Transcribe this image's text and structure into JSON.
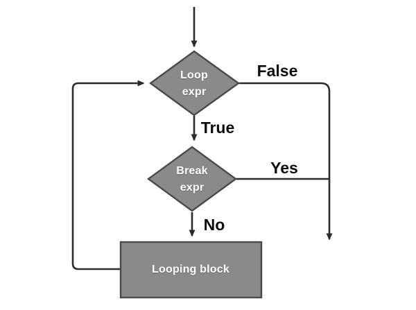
{
  "diagram": {
    "type": "flowchart",
    "description": "Loop control flow with break condition",
    "nodes": [
      {
        "id": "loop-expr",
        "shape": "diamond",
        "label": "Loop\nexpr"
      },
      {
        "id": "break-expr",
        "shape": "diamond",
        "label": "Break\nexpr"
      },
      {
        "id": "looping-block",
        "shape": "rectangle",
        "label": "Looping block"
      }
    ],
    "edges": [
      {
        "from": "start",
        "to": "loop-expr",
        "label": ""
      },
      {
        "from": "loop-expr",
        "to": "exit",
        "label": "False"
      },
      {
        "from": "loop-expr",
        "to": "break-expr",
        "label": "True"
      },
      {
        "from": "break-expr",
        "to": "exit",
        "label": "Yes"
      },
      {
        "from": "break-expr",
        "to": "looping-block",
        "label": "No"
      },
      {
        "from": "looping-block",
        "to": "loop-expr",
        "label": ""
      }
    ],
    "edge_labels": {
      "false_label": "False",
      "true_label": "True",
      "yes_label": "Yes",
      "no_label": "No"
    },
    "colors": {
      "background": "#ffffff",
      "node_fill": "#8a8a8a",
      "node_border": "#4a4a4a",
      "line": "#2b2b2b",
      "label": "#0d0d0d",
      "node_text": "#ffffff"
    }
  }
}
